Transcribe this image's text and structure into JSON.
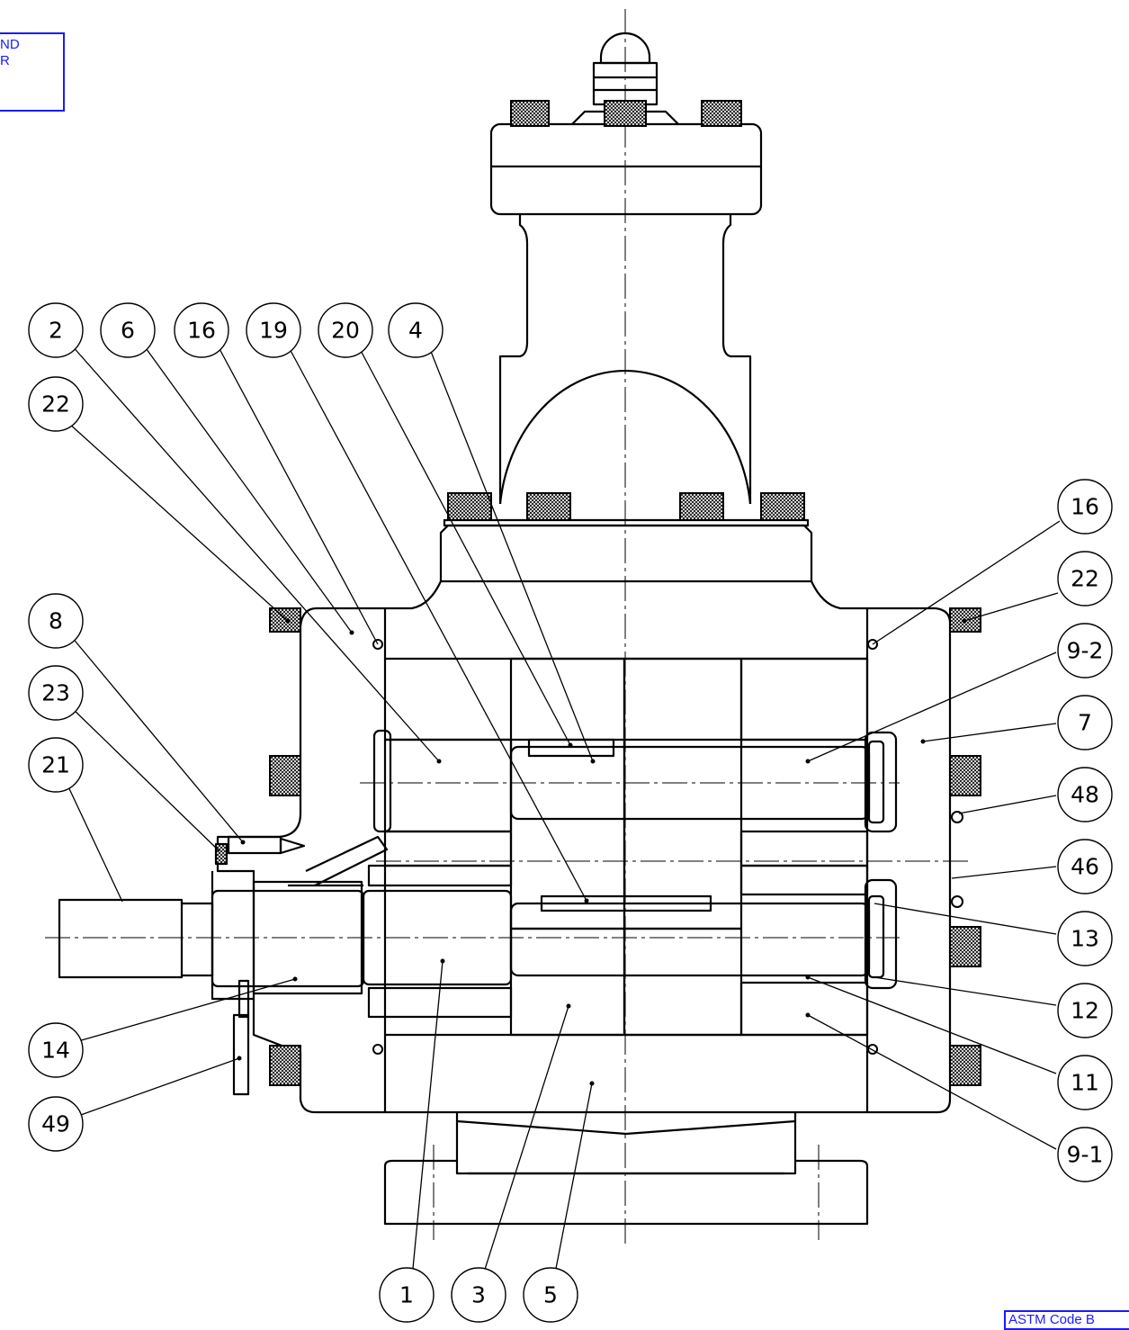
{
  "stamp_top_left": {
    "line1": "ND",
    "line2": "R"
  },
  "stamp_bottom_right": "ASTM Code B",
  "balloons": {
    "b2": "2",
    "b6": "6",
    "b16a": "16",
    "b19": "19",
    "b20": "20",
    "b4": "4",
    "b22a": "22",
    "b8": "8",
    "b23": "23",
    "b21": "21",
    "b14": "14",
    "b49": "49",
    "b16b": "16",
    "b22b": "22",
    "b9_2": "9-2",
    "b7": "7",
    "b48": "48",
    "b46": "46",
    "b13": "13",
    "b12": "12",
    "b11": "11",
    "b9_1": "9-1",
    "b1": "1",
    "b3": "3",
    "b5": "5"
  },
  "colors": {
    "line": "#000000",
    "stamp": "#1a1aff",
    "background": "#ffffff"
  }
}
